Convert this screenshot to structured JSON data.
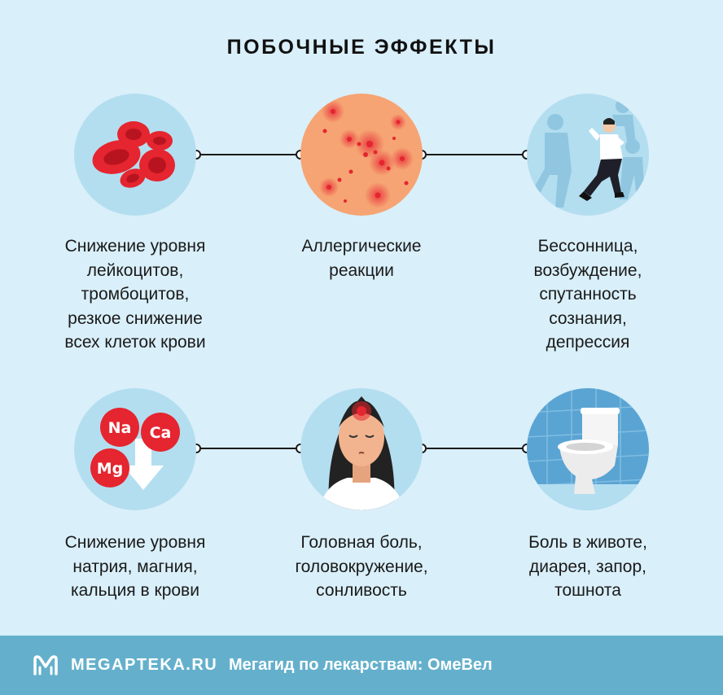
{
  "title": "ПОБОЧНЫЕ ЭФФЕКТЫ",
  "effects": [
    {
      "icon": "red-blood-cells-icon",
      "lines": [
        "Снижение уровня",
        "лейкоцитов,",
        "тромбоцитов,",
        "резкое снижение",
        "всех клеток крови"
      ]
    },
    {
      "icon": "skin-rash-icon",
      "lines": [
        "Аллергические",
        "реакции"
      ]
    },
    {
      "icon": "confused-man-icon",
      "lines": [
        "Бессонница,",
        "возбуждение,",
        "спутанность",
        "сознания,",
        "депрессия"
      ]
    },
    {
      "icon": "minerals-decrease-icon",
      "lines": [
        "Снижение уровня",
        "натрия, магния,",
        "кальция в крови"
      ]
    },
    {
      "icon": "headache-woman-icon",
      "lines": [
        "Головная боль,",
        "головокружение,",
        "сонливость"
      ]
    },
    {
      "icon": "toilet-icon",
      "lines": [
        "Боль в животе,",
        "диарея, запор,",
        "тошнота"
      ]
    }
  ],
  "minerals": {
    "na": "Na",
    "ca": "Ca",
    "mg": "Mg"
  },
  "footer": {
    "site": "MEGAPTEKA.RU",
    "slogan": "Мегагид по лекарствам: ОмеВел"
  },
  "colors": {
    "background": "#d9eff9",
    "circle": "#b3def0",
    "footer": "#64b0cc",
    "red": "#e5252f"
  }
}
